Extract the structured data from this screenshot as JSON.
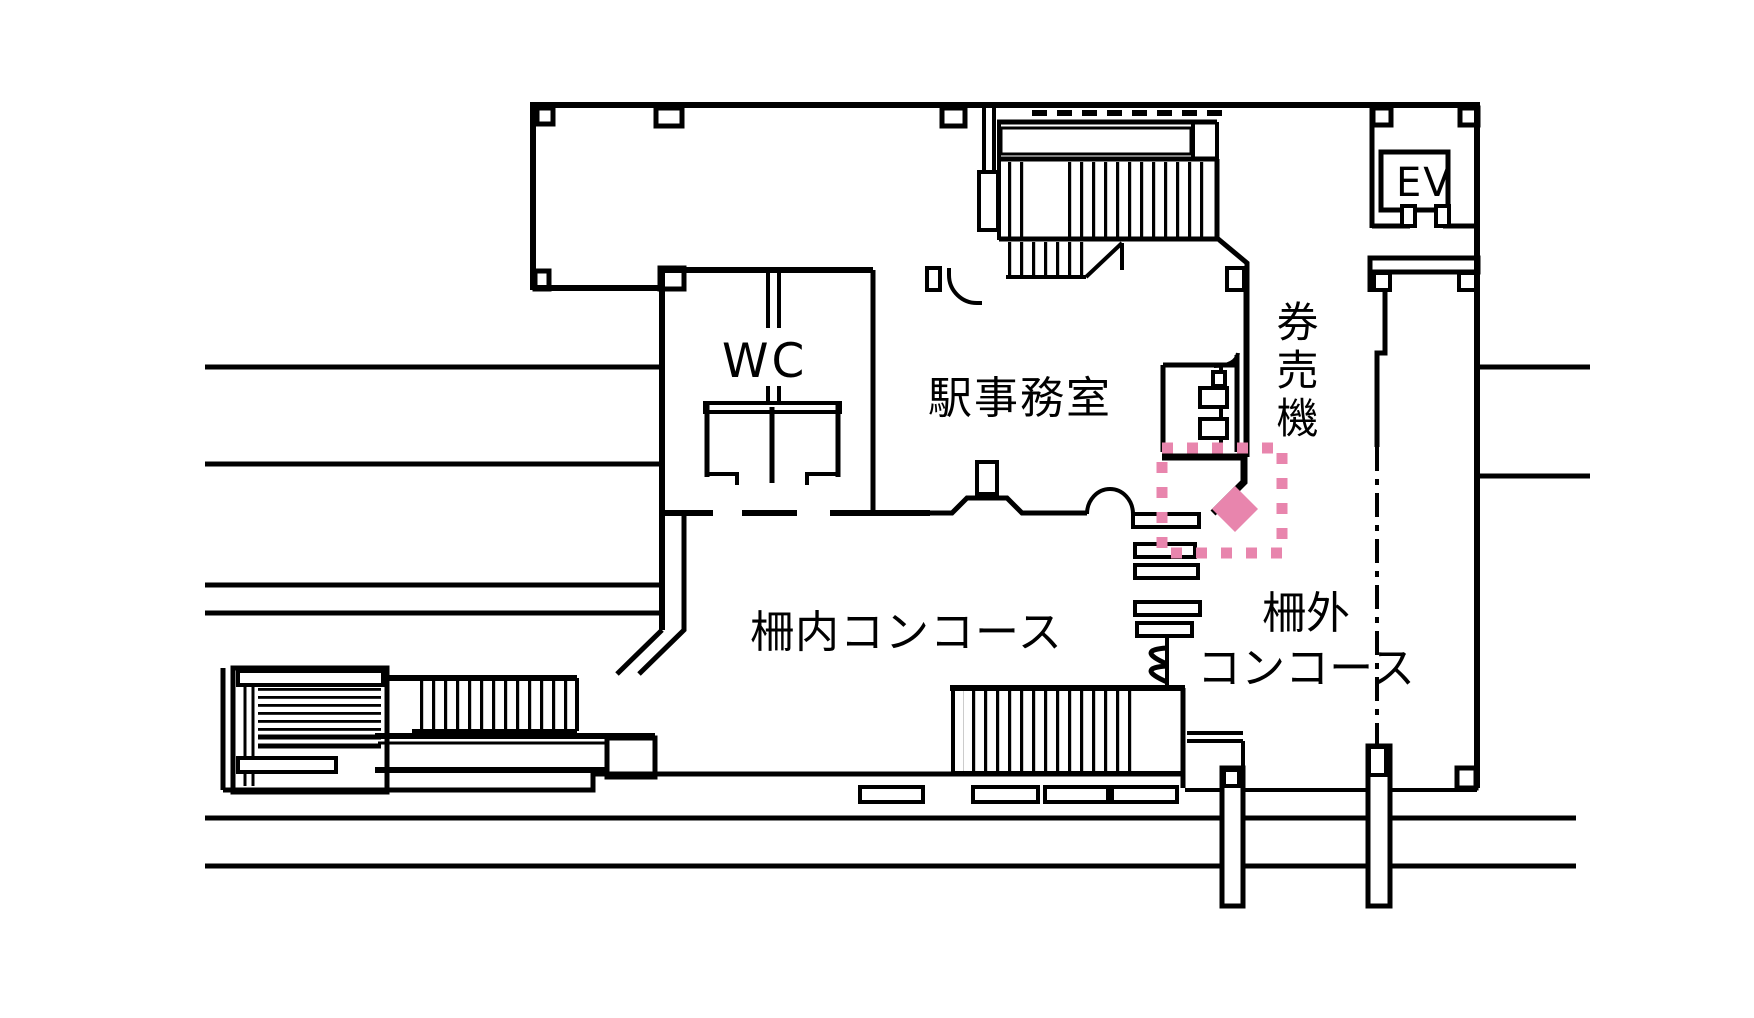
{
  "page": {
    "type": "station-floor-plan",
    "background": "#ffffff"
  },
  "labels": {
    "wc": "WC",
    "station_office": "駅事務室",
    "ticket_machines": "券売機",
    "inside_gate_concourse": "柵内コンコース",
    "outside_gate_concourse_line1": "柵外",
    "outside_gate_concourse_line2": "コンコース",
    "elevator": "EV"
  },
  "marker": {
    "shape": "diamond",
    "color": "#E885AD",
    "zone": "ticket-machine-area"
  },
  "colors": {
    "line": "#000000",
    "highlight": "#E885AD",
    "background": "#ffffff"
  }
}
